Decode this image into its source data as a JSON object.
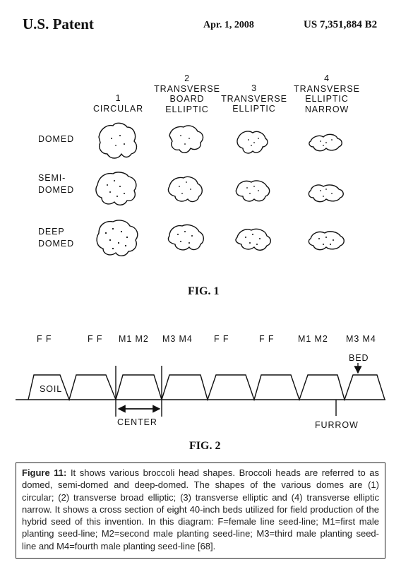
{
  "header": {
    "left": "U.S. Patent",
    "date": "Apr. 1, 2008",
    "number": "US 7,351,884 B2"
  },
  "fig1": {
    "columns": [
      {
        "num": "1",
        "line1": "CIRCULAR",
        "line2": "",
        "line3": ""
      },
      {
        "num": "2",
        "line1": "TRANSVERSE",
        "line2": "BOARD",
        "line3": "ELLIPTIC"
      },
      {
        "num": "3",
        "line1": "TRANSVERSE",
        "line2": "ELLIPTIC",
        "line3": ""
      },
      {
        "num": "4",
        "line1": "TRANSVERSE",
        "line2": "ELLIPTIC",
        "line3": "NARROW"
      }
    ],
    "rows": [
      {
        "line1": "DOMED",
        "line2": ""
      },
      {
        "line1": "SEMI-",
        "line2": "DOMED"
      },
      {
        "line1": "DEEP",
        "line2": "DOMED"
      }
    ],
    "title": "FIG. 1"
  },
  "fig2": {
    "seed_labels": [
      "F F",
      "F F",
      "M1 M2",
      "M3 M4",
      "F F",
      "F F",
      "M1 M2",
      "M3 M4"
    ],
    "soil": "SOIL",
    "bed": "BED",
    "center": "CENTER",
    "furrow": "FURROW",
    "title": "FIG. 2"
  },
  "caption": {
    "label": "Figure 11:",
    "text": " It shows various broccoli head shapes. Broccoli heads are referred to as domed, semi-domed and deep-domed. The shapes of the various domes are (1) circular; (2) transverse broad elliptic; (3) transverse elliptic and (4) transverse elliptic narrow. It shows a cross section of eight 40-inch beds utilized for field production of the hybrid seed of this invention. In this diagram: F=female line seed-line; M1=first male planting seed-line; M2=second male planting seed-line; M3=third male planting seed-line and M4=fourth male planting seed-line [68]."
  }
}
